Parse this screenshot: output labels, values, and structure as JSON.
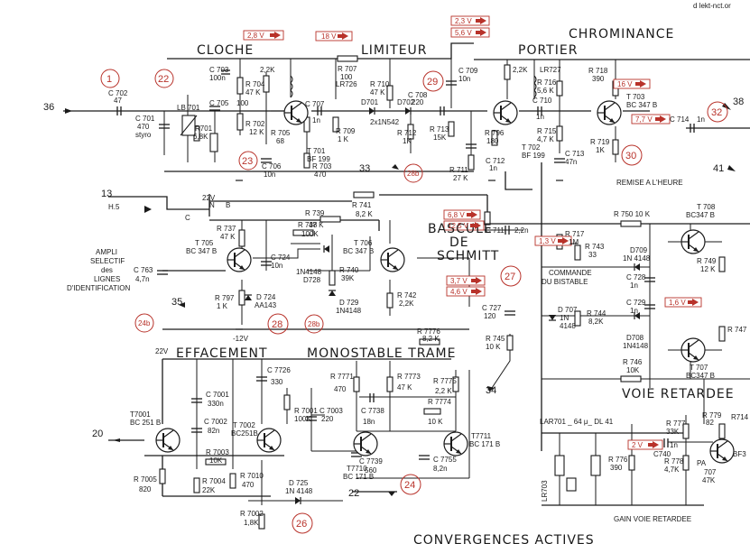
{
  "watermark": "d lekt-nct.or",
  "sections": {
    "cloche": "CLOCHE",
    "limiteur": "LIMITEUR",
    "portier": "PORTIER",
    "chrominance": "CHROMINANCE",
    "effacement": "EFFACEMENT",
    "monostable": "MONOSTABLE  TRAME",
    "voie_retardee": "VOIE   RETARDEE",
    "bascule": [
      "BASCULE",
      "DE",
      "SCHMITT"
    ],
    "ampli": [
      "AMPLI",
      "SELECTIF",
      "des",
      "LIGNES",
      "D'IDENTIFICATION"
    ],
    "remise": "REMISE  A  L'HEURE",
    "commande": [
      "COMMANDE",
      "DU BISTABLE"
    ],
    "gain": "GAIN VOIE RETARDEE",
    "bottom_cut": "CONVERGENCES    ACTIVES"
  },
  "voltages": {
    "v_cloche": "2,8 V",
    "v_18": "18 V",
    "v_portier_1": "2,3 V",
    "v_portier_2": "5,6 V",
    "v_t703": "16 V",
    "v_c714": "7,7 V",
    "v_t706_1": "6,8 V",
    "v_t706_2": "12,5 V",
    "v_t705_1": "3,7 V",
    "v_t705_2": "4,6 V",
    "v_bist": "1,3 V",
    "v_d709": "1,6 V",
    "v_c740": "2 V",
    "v_22_a": "22V",
    "v_22_b": "22V",
    "v_minus12": "-12V"
  },
  "test_points": {
    "tp1": "1",
    "tp22": "22",
    "tp23": "23",
    "tp29": "29",
    "tp28b": "28b",
    "tp30": "30",
    "tp32": "32",
    "tp24b": "24b",
    "tp28": "28",
    "tp28b2": "28b",
    "tp27": "27",
    "tp24": "24",
    "tp26": "26"
  },
  "connectors": {
    "c36": "36",
    "c38": "38",
    "c13": "13",
    "c33": "33",
    "c35": "35",
    "c20": "20",
    "c34": "34",
    "c22": "22",
    "c41": "41"
  },
  "switch": {
    "h5": "H.5",
    "n": "N",
    "b": "B",
    "c": "C"
  },
  "transistors": {
    "t701": [
      "T 701",
      "BF 199"
    ],
    "t702": [
      "T 702",
      "BF 199"
    ],
    "t703": [
      "T 703",
      "BC 347 B"
    ],
    "t705": [
      "T 705",
      "BC 347 B"
    ],
    "t706": [
      "T 706",
      "BC 347 B"
    ],
    "t708": [
      "T 708",
      "BC347 B"
    ],
    "t707": [
      "T 707",
      "BC347 B"
    ],
    "t7001": [
      "T7001",
      "BC 251 B"
    ],
    "t7002": [
      "T 7002",
      "BC251B"
    ],
    "t7710": [
      "T7710",
      "BC 171 B"
    ],
    "t7711": [
      "T7711",
      "BC 171 B"
    ]
  },
  "components": {
    "c702": [
      "C 702",
      "47"
    ],
    "c701": [
      "C 701",
      "470",
      "styro"
    ],
    "lb701": "LB 701",
    "r701": [
      "R701",
      "6,8K"
    ],
    "c703": [
      "C 703",
      "100n"
    ],
    "r704": [
      "R 704",
      "47 K"
    ],
    "c705": [
      "C 705",
      "100"
    ],
    "r702": [
      "R 702",
      "12 K"
    ],
    "r705": [
      "R 705",
      "68"
    ],
    "c706": [
      "C 706",
      "10n"
    ],
    "r703": [
      "R 703",
      "470"
    ],
    "r2k2a": "2,2K",
    "r707": [
      "R 707",
      "100"
    ],
    "lr726": "LR726",
    "c707": [
      "C 707",
      "1n"
    ],
    "r709": [
      "R 709",
      "1 K"
    ],
    "r710": [
      "R 710",
      "47 K"
    ],
    "d701": "D701",
    "d702": "D702",
    "d_type": "2x1N542",
    "r712": [
      "R 712",
      "1K"
    ],
    "c708": [
      "C 708",
      "220"
    ],
    "r713": [
      "R 713",
      "15K"
    ],
    "c709": [
      "C 709",
      "10n"
    ],
    "r2k2b": "2,2K",
    "lr727": "LR727",
    "c710": [
      "C 710",
      "1n"
    ],
    "r716": [
      "R 716",
      "5,6 K"
    ],
    "r715": [
      "R 715",
      "4,7 K"
    ],
    "r796": [
      "R 796",
      "180"
    ],
    "c712": [
      "C 712",
      "1n"
    ],
    "r711": [
      "R 711",
      "27 K"
    ],
    "c713": [
      "C 713",
      "47n"
    ],
    "r718": [
      "R 718",
      "390"
    ],
    "r719": [
      "R 719",
      "1K"
    ],
    "c714": [
      "C 714",
      "1n"
    ],
    "r739": [
      "R 739",
      "47 K"
    ],
    "r741": [
      "R 741",
      "8,2 K"
    ],
    "c711": [
      "C 711",
      "2,2n"
    ],
    "r737": [
      "R 737",
      "47 K"
    ],
    "r738": [
      "R 738",
      "100K"
    ],
    "c724": [
      "C 724",
      "10n"
    ],
    "d728": [
      "1N4148",
      "D728"
    ],
    "r740": [
      "R 740",
      "39K"
    ],
    "d729": [
      "D 729",
      "1N4148"
    ],
    "r742": [
      "R 742",
      "2,2K"
    ],
    "c763": [
      "C 763",
      "4,7n"
    ],
    "r797": [
      "R 797",
      "1 K"
    ],
    "d724": [
      "D 724",
      "AA143"
    ],
    "r717": [
      "R 717",
      "1M"
    ],
    "r750": "R 750  10 K",
    "r743": [
      "R 743",
      "33"
    ],
    "d709": [
      "D709",
      "1N 4148"
    ],
    "c728": [
      "C 728",
      "1n"
    ],
    "c729": [
      "C 729",
      "1n"
    ],
    "d708": [
      "D708",
      "1N4148"
    ],
    "r744": [
      "R 744",
      "8,2K"
    ],
    "d707": [
      "D 707",
      "1N",
      "4148"
    ],
    "c727": [
      "C 727",
      "120"
    ],
    "r745": [
      "R 745",
      "10 K"
    ],
    "r746": [
      "R 746",
      "10K"
    ],
    "r749": [
      "R 749",
      "12 K"
    ],
    "r747": "R 747",
    "r7776": [
      "R 7776",
      "8,2 K"
    ],
    "c7726": [
      "C 7726",
      "330"
    ],
    "r7771": [
      "R 7771",
      "470"
    ],
    "r7773": [
      "R 7773",
      "47 K"
    ],
    "r7775": [
      "R 7775",
      "2,2 K"
    ],
    "r7774": [
      "R 7774",
      "10 K"
    ],
    "c7738": [
      "C 7738",
      "18n"
    ],
    "c7739": [
      "C 7739",
      "560"
    ],
    "c7755": [
      "C 7755",
      "8,2n"
    ],
    "c7001": [
      "C 7001",
      "330n"
    ],
    "c7002": [
      "C 7002",
      "82n"
    ],
    "r7003": [
      "R 7003",
      "10K"
    ],
    "r7001": [
      "R 7001",
      "100K"
    ],
    "c7003": [
      "C 7003",
      "220"
    ],
    "r7005": [
      "R 7005",
      "820"
    ],
    "r7004": [
      "R 7004",
      "22K"
    ],
    "r7010": [
      "R 7010",
      "470"
    ],
    "d725": [
      "D 725",
      "1N 4148"
    ],
    "r7002": [
      "R 7002",
      "1,8K"
    ],
    "lar701": "LAR701 _ 64 μ_ DL 41",
    "lr703": "LR703",
    "r776": [
      "R 776",
      "390"
    ],
    "r777": [
      "R 777",
      "33K"
    ],
    "c740": [
      "C740",
      "1n"
    ],
    "r778": [
      "R 778",
      "4,7K"
    ],
    "r779": [
      "R 779",
      "82"
    ],
    "pa": "PA",
    "r707b": [
      "707",
      "47K"
    ],
    "bf3": "BF3",
    "r714": "R714"
  }
}
